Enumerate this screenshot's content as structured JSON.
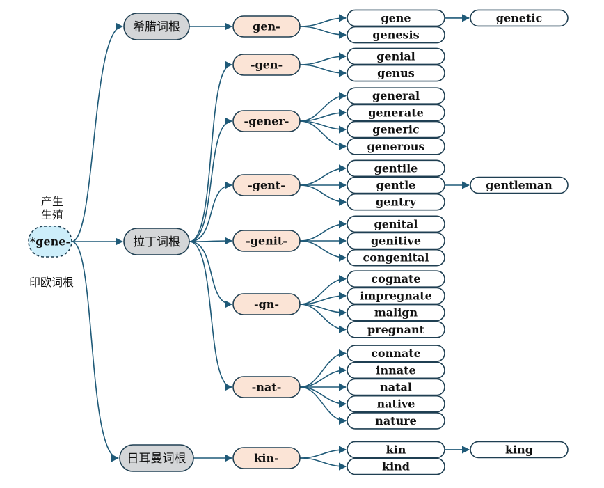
{
  "colors": {
    "line": "#1f5a78",
    "root_fill": "#cdeefa",
    "branch_fill": "#d4d6d8",
    "morpheme_fill": "#fbe4d6",
    "word_fill": "#ffffff",
    "text": "#111111"
  },
  "root": {
    "label": "*gene-",
    "note_top": [
      "产生",
      "生殖"
    ],
    "note_bottom": "印欧词根"
  },
  "branches": [
    {
      "label": "希腊词根",
      "morphemes": [
        {
          "label": "gen-",
          "words": [
            {
              "text": "gene",
              "derived": "genetic"
            },
            {
              "text": "genesis"
            }
          ]
        }
      ]
    },
    {
      "label": "拉丁词根",
      "morphemes": [
        {
          "label": "-gen-",
          "words": [
            {
              "text": "genial"
            },
            {
              "text": "genus"
            }
          ]
        },
        {
          "label": "-gener-",
          "words": [
            {
              "text": "general"
            },
            {
              "text": "generate"
            },
            {
              "text": "generic"
            },
            {
              "text": "generous"
            }
          ]
        },
        {
          "label": "-gent-",
          "words": [
            {
              "text": "gentile"
            },
            {
              "text": "gentle",
              "derived": "gentleman"
            },
            {
              "text": "gentry"
            }
          ]
        },
        {
          "label": "-genit-",
          "words": [
            {
              "text": "genital"
            },
            {
              "text": "genitive"
            },
            {
              "text": "congenital"
            }
          ]
        },
        {
          "label": "-gn-",
          "words": [
            {
              "text": "cognate"
            },
            {
              "text": "impregnate"
            },
            {
              "text": "malign"
            },
            {
              "text": "pregnant"
            }
          ]
        },
        {
          "label": "-nat-",
          "words": [
            {
              "text": "connate"
            },
            {
              "text": "innate"
            },
            {
              "text": "natal"
            },
            {
              "text": "native"
            },
            {
              "text": "nature"
            }
          ]
        }
      ]
    },
    {
      "label": "日耳曼词根",
      "morphemes": [
        {
          "label": "kin-",
          "words": [
            {
              "text": "kin",
              "derived": "king"
            },
            {
              "text": "kind"
            }
          ]
        }
      ]
    }
  ]
}
